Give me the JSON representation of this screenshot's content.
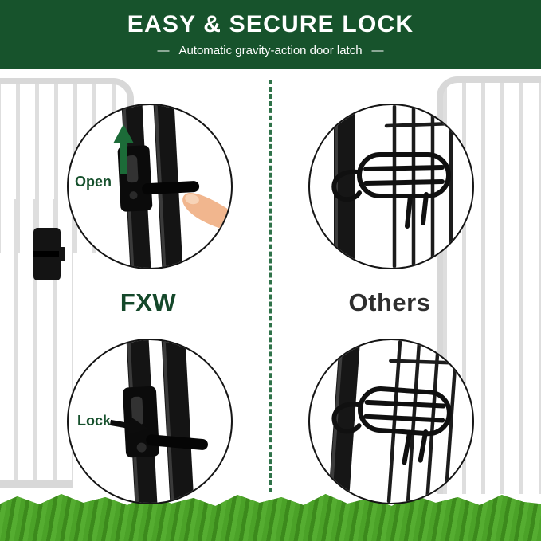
{
  "header": {
    "title": "EASY & SECURE LOCK",
    "dash": "—",
    "subtitle": "Automatic gravity-action door latch"
  },
  "comparison": {
    "fxw": {
      "brand": "FXW",
      "open_label": "Open",
      "lock_label": "Lock"
    },
    "others": {
      "brand": "Others"
    }
  },
  "colors": {
    "header_bg": "#17532c",
    "brand_green": "#14482a",
    "others_text": "#2e2e2e",
    "arrow_green": "#1c6b38",
    "divider_green": "#2f7249",
    "grass_green": "#459a23",
    "latch_black": "#141414",
    "fence_gray": "#d8d8d8"
  },
  "icons": {
    "up_arrow": "up-arrow-icon",
    "pointer_arrow": "pointer-arrow-icon",
    "finger": "finger-icon"
  }
}
